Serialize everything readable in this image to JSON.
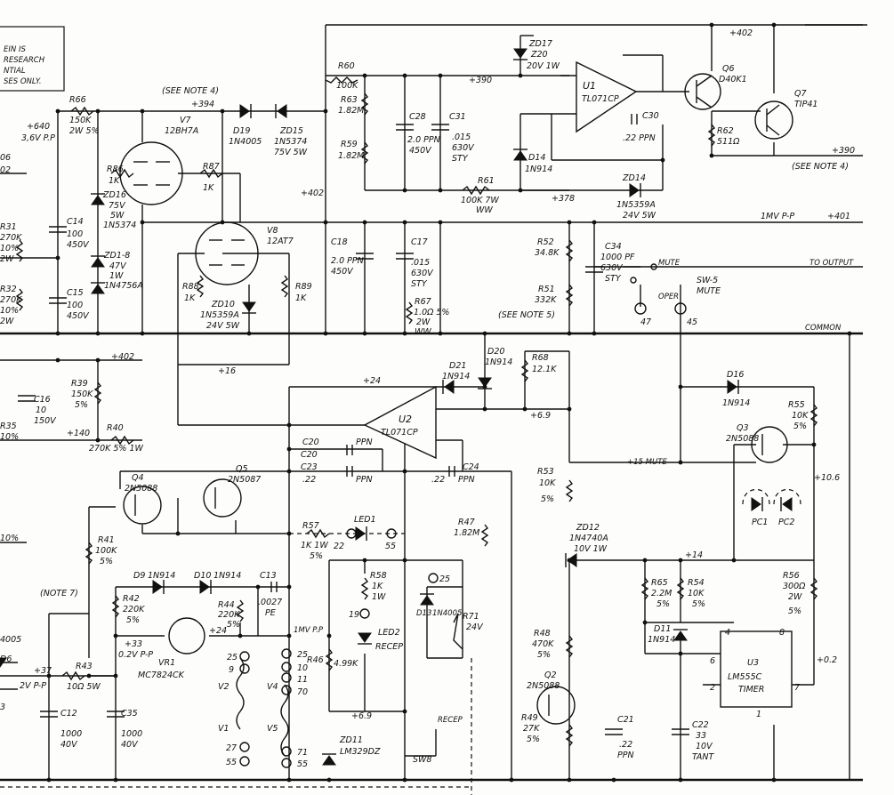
{
  "notice": [
    "EIN IS",
    "RESEARCH",
    "NTIAL",
    "SES ONLY."
  ],
  "rails": {
    "top_right": "+402",
    "v390": "+390",
    "v394": "+394",
    "v640": "+640",
    "v640_ripple": "3,6V P.P",
    "v378": "+378",
    "v402_mid": "+402",
    "v402_left": "+402",
    "inv_pp": "1MV P-P",
    "inv_pp_val": "+401",
    "v390_out": "+390",
    "see_note4_out": "(SEE NOTE 4)",
    "see_note4_top": "(SEE NOTE 4)",
    "common": "COMMON",
    "v16": "+16",
    "v24": "+24",
    "v69": "+6.9",
    "v140": "+140",
    "v15mute": "+15 MUTE",
    "v106": "+10.6",
    "v14": "+14",
    "v02": "+0.2",
    "v24b": "+24",
    "v33": "+33",
    "v33pp": "0.2V P-P",
    "v37": "+37",
    "v37pp": "2V P-P",
    "inv_pp2": "1MV P.P",
    "v69b": "+6.9",
    "see_note5": "(SEE NOTE 5)",
    "note7": "(NOTE 7)",
    "to_output": "TO OUTPUT",
    "mute": "MUTE"
  },
  "parts": {
    "r60": [
      "R60",
      "100K"
    ],
    "r63": [
      "R63",
      "1.82M"
    ],
    "r59": [
      "R59",
      "1.82M"
    ],
    "c28": [
      "C28",
      "2.0 PPN",
      "450V"
    ],
    "c31": [
      "C31",
      ".015",
      "630V",
      "STY"
    ],
    "zd17": [
      "ZD17",
      "Z20",
      "20V 1W"
    ],
    "u1": [
      "U1",
      "TL071CP"
    ],
    "q6": [
      "Q6",
      "D40K1"
    ],
    "q7": [
      "Q7",
      "TIP41"
    ],
    "r62": [
      "R62",
      "511Ω"
    ],
    "c30": [
      "C30",
      ".22 PPN"
    ],
    "d14": [
      "D14",
      "1N914"
    ],
    "r61": [
      "R61",
      "100K 7W",
      "WW"
    ],
    "zd14": [
      "ZD14",
      "1N5359A",
      "24V 5W"
    ],
    "r66": [
      "R66",
      "150K",
      "2W 5%"
    ],
    "v7": [
      "V7",
      "12BH7A"
    ],
    "r86": [
      "R86",
      "1K"
    ],
    "r87": [
      "R87",
      "1K"
    ],
    "zd16": [
      "ZD16",
      "75V",
      "5W",
      "1N5374"
    ],
    "zd18": [
      "ZD1-8",
      "47V",
      "1W",
      "1N4756A"
    ],
    "d19": [
      "D19",
      "1N4005"
    ],
    "zd15": [
      "ZD15",
      "1N5374",
      "75V 5W"
    ],
    "v8": [
      "V8",
      "12AT7"
    ],
    "r88": [
      "R88",
      "1K"
    ],
    "r89": [
      "R89",
      "1K"
    ],
    "zd10": [
      "ZD10",
      "1N5359A",
      "24V 5W"
    ],
    "c18": [
      "C18",
      "2.0 PPN",
      "450V"
    ],
    "c17": [
      "C17",
      ".015",
      "630V",
      "STY"
    ],
    "r67": [
      "R67",
      "1.0Ω 5%",
      "2W",
      "WW"
    ],
    "r52": [
      "R52",
      "34.8K"
    ],
    "r51": [
      "R51",
      "332K"
    ],
    "c34": [
      "C34",
      "1000 PF",
      "630V",
      "STY"
    ],
    "sw5": [
      "SW-5",
      "MUTE"
    ],
    "oper": "OPER",
    "p47": "47",
    "p45": "45",
    "c14": [
      "C14",
      "100",
      "450V"
    ],
    "c15": [
      "C15",
      "100",
      "450V"
    ],
    "r31": [
      "R31",
      "270K",
      "10%",
      "2W"
    ],
    "r32": [
      "R32",
      "270K",
      "10%",
      "2W"
    ],
    "r39": [
      "R39",
      "150K",
      "5%"
    ],
    "r40": [
      "R40",
      "270K 5% 1W"
    ],
    "c16": [
      "C16",
      "10",
      "150V"
    ],
    "d20": [
      "D20",
      "1N914"
    ],
    "d21": [
      "D21",
      "1N914"
    ],
    "r68": [
      "R68",
      "12.1K"
    ],
    "u2": [
      "U2",
      "TL071CP"
    ],
    "c20": [
      "C20",
      ".22",
      "PPN"
    ],
    "c23": [
      "C23",
      ".22",
      "PPN"
    ],
    "c24": [
      "C24",
      ".22",
      "PPN"
    ],
    "d16": [
      "D16",
      "1N914"
    ],
    "r55": [
      "R55",
      "10K",
      "5%"
    ],
    "q3": [
      "Q3",
      "2N5088"
    ],
    "q4": [
      "Q4",
      "2N5088"
    ],
    "q5": [
      "Q5",
      "2N5087"
    ],
    "r57": [
      "R57",
      "1K 1W",
      "5%"
    ],
    "led1": [
      "LED1",
      "22",
      "55"
    ],
    "r47": [
      "R47",
      "1.82M"
    ],
    "r53": [
      "R53",
      "10K",
      "5%"
    ],
    "zd12": [
      "ZD12",
      "1N4740A",
      "10V 1W"
    ],
    "pc": [
      "PC1",
      "PC2"
    ],
    "r56": [
      "R56",
      "300Ω",
      "2W",
      "5%"
    ],
    "r41": [
      "R41",
      "100K",
      "5%"
    ],
    "r42": [
      "R42",
      "220K",
      "5%"
    ],
    "d9": [
      "D9",
      "1N914"
    ],
    "d10": [
      "D10",
      "1N914"
    ],
    "c13": [
      "C13",
      ".0027",
      "PE"
    ],
    "r44": [
      "R44",
      "220K",
      "5%"
    ],
    "vr1": [
      "VR1",
      "MC7824CK"
    ],
    "r58": [
      "R58",
      "1K",
      "1W"
    ],
    "led2": [
      "LED2",
      "RECEP"
    ],
    "p19": "19",
    "p25": "25",
    "d13": [
      "D13",
      "1N4005"
    ],
    "r71": [
      "R71",
      "24V"
    ],
    "r65": [
      "R65",
      "2.2M",
      "5%"
    ],
    "r54": [
      "R54",
      "10K",
      "5%"
    ],
    "d11": [
      "D11",
      "1N914"
    ],
    "u3": [
      "U3",
      "LM555C",
      "TIMER"
    ],
    "u3pins": [
      "4",
      "8",
      "6",
      "2",
      "7",
      "1"
    ],
    "r46": [
      "R46",
      "4.99K"
    ],
    "r48": [
      "R48",
      "470K",
      "5%"
    ],
    "q2": [
      "Q2",
      "2N5088"
    ],
    "r49": [
      "R49",
      "27K",
      "5%"
    ],
    "c21": [
      "C21",
      ".22",
      "PPN"
    ],
    "c22": [
      "C22",
      "33",
      "10V",
      "TANT"
    ],
    "zd11": [
      "ZD11",
      "LM329DZ"
    ],
    "recep": "RECEP",
    "sw8": "SW8",
    "c12": [
      "C12",
      "1000",
      "40V"
    ],
    "c35": [
      "C35",
      "1000",
      "40V"
    ],
    "r43": [
      "R43",
      "10Ω 5W"
    ],
    "heater_pins": [
      "25",
      "9",
      "25",
      "10",
      "11",
      "70",
      "27",
      "55",
      "71",
      "55"
    ],
    "v1": "V1",
    "v2": "V2",
    "v4": "V4",
    "v5": "V5",
    "left_r": [
      "R35",
      "10%"
    ],
    "left_r2": [
      "10%"
    ],
    "left_d": [
      "D6"
    ],
    "left_parts": [
      "06",
      "02",
      "4005",
      "3"
    ]
  }
}
